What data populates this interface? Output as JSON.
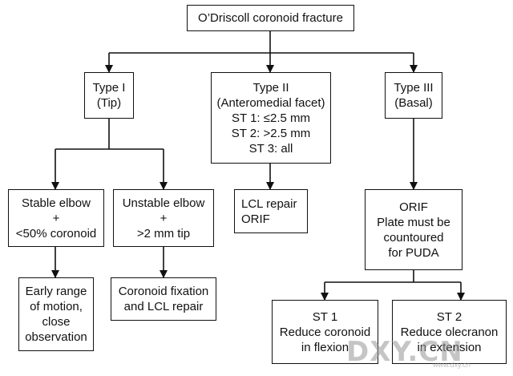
{
  "root": {
    "line1": "O’Driscoll coronoid fracture"
  },
  "type1": {
    "line1": "Type I",
    "line2": "(Tip)"
  },
  "type2": {
    "line1": "Type II",
    "line2": "(Anteromedial facet)",
    "line3": "ST 1:  ≤2.5 mm",
    "line4": "ST 2: >2.5 mm",
    "line5": "ST 3: all"
  },
  "type3": {
    "line1": "Type III",
    "line2": "(Basal)"
  },
  "stable": {
    "line1": "Stable elbow",
    "line2": "+",
    "line3": "<50% coronoid"
  },
  "unstable": {
    "line1": "Unstable elbow",
    "line2": "+",
    "line3": ">2 mm tip"
  },
  "lcl": {
    "line1": "LCL repair",
    "line2": "ORIF"
  },
  "orif": {
    "line1": "ORIF",
    "line2": "Plate must be",
    "line3": "countoured",
    "line4": "for PUDA"
  },
  "early": {
    "line1": "Early range",
    "line2": "of motion,",
    "line3": "close",
    "line4": "observation"
  },
  "fixation": {
    "line1": "Coronoid fixation",
    "line2": "and LCL repair"
  },
  "st1": {
    "line1": "ST 1",
    "line2": "Reduce coronoid",
    "line3": "in flexion"
  },
  "st2": {
    "line1": "ST 2",
    "line2": "Reduce olecranon",
    "line3": "in extension"
  },
  "watermark": {
    "text": "DXY.CN",
    "sub": "www.dxy.cn"
  }
}
